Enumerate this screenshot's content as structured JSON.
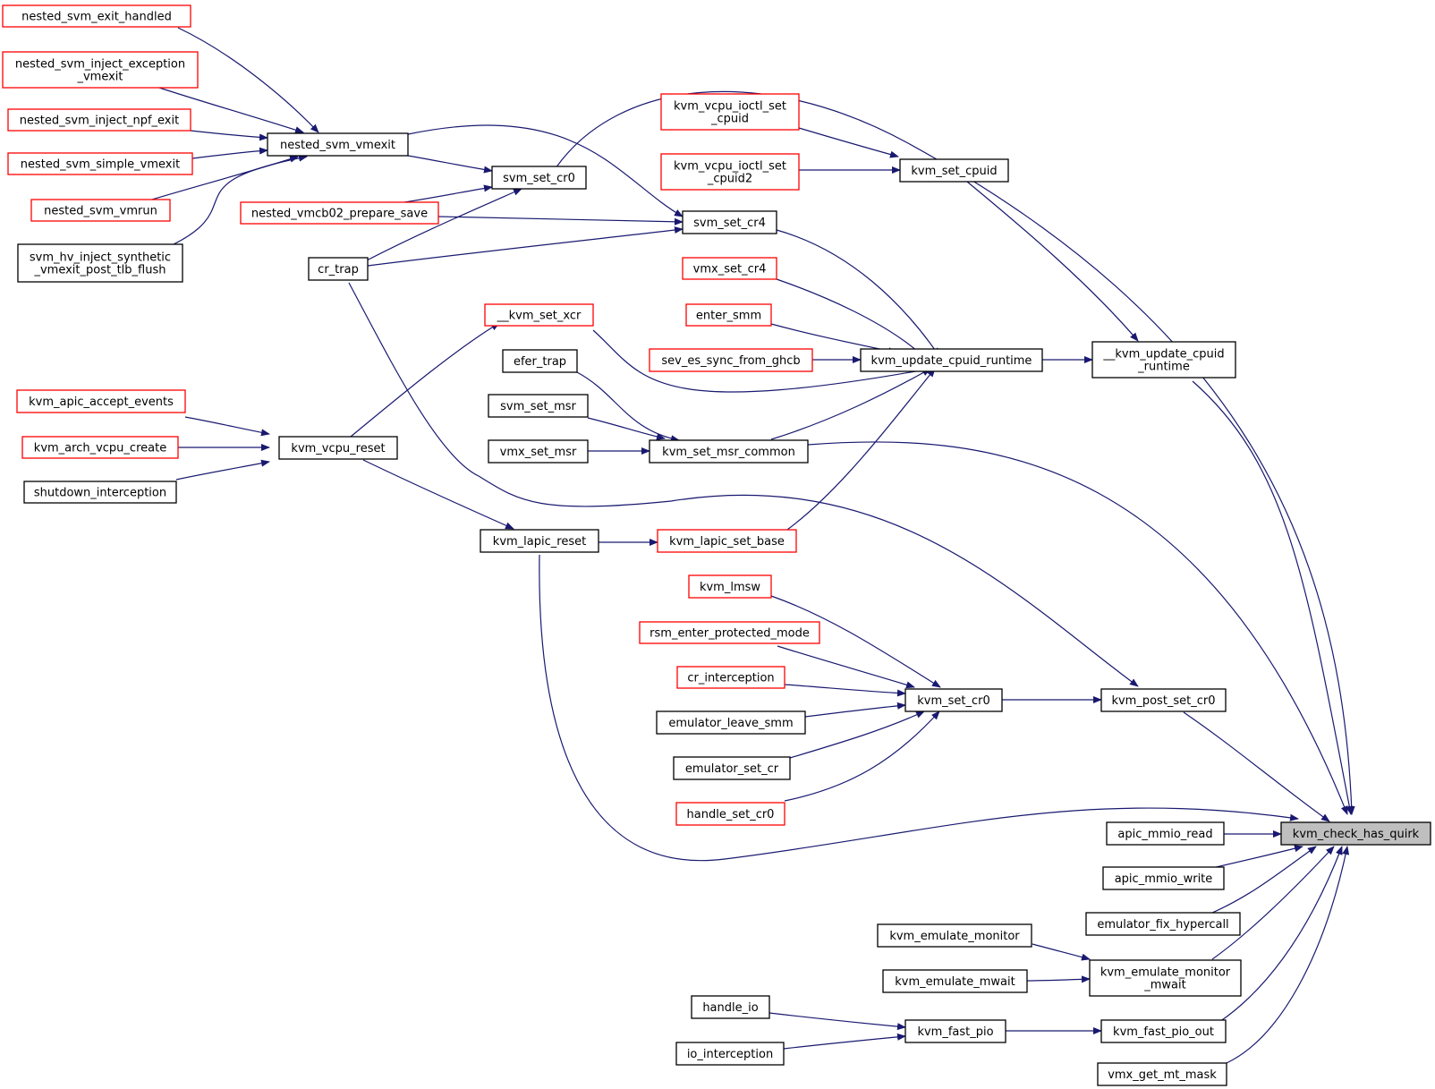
{
  "colors": {
    "edge": "#191970",
    "border_default": "#000000",
    "border_red": "#ff0000",
    "root_fill": "#bfbfbf",
    "node_fill": "#ffffff"
  },
  "nodes": {
    "n1": {
      "lines": [
        "nested_svm_exit_handled"
      ],
      "border": "red"
    },
    "n2": {
      "lines": [
        "nested_svm_inject_exception",
        "_vmexit"
      ],
      "border": "red"
    },
    "n3": {
      "lines": [
        "nested_svm_inject_npf_exit"
      ],
      "border": "red"
    },
    "n4": {
      "lines": [
        "nested_svm_simple_vmexit"
      ],
      "border": "red"
    },
    "n5": {
      "lines": [
        "nested_svm_vmrun"
      ],
      "border": "red"
    },
    "n6": {
      "lines": [
        "svm_hv_inject_synthetic",
        "_vmexit_post_tlb_flush"
      ],
      "border": "black"
    },
    "n7": {
      "lines": [
        "nested_svm_vmexit"
      ],
      "border": "black"
    },
    "n8": {
      "lines": [
        "svm_set_cr0"
      ],
      "border": "black"
    },
    "n9": {
      "lines": [
        "nested_vmcb02_prepare_save"
      ],
      "border": "red"
    },
    "n10": {
      "lines": [
        "cr_trap"
      ],
      "border": "black"
    },
    "n11": {
      "lines": [
        "svm_set_cr4"
      ],
      "border": "black"
    },
    "n12": {
      "lines": [
        "kvm_vcpu_ioctl_set",
        "_cpuid"
      ],
      "border": "red"
    },
    "n13": {
      "lines": [
        "kvm_vcpu_ioctl_set",
        "_cpuid2"
      ],
      "border": "red"
    },
    "n14": {
      "lines": [
        "kvm_set_cpuid"
      ],
      "border": "black"
    },
    "n15": {
      "lines": [
        "vmx_set_cr4"
      ],
      "border": "red"
    },
    "n16": {
      "lines": [
        "__kvm_set_xcr"
      ],
      "border": "red"
    },
    "n17": {
      "lines": [
        "enter_smm"
      ],
      "border": "red"
    },
    "n18": {
      "lines": [
        "sev_es_sync_from_ghcb"
      ],
      "border": "red"
    },
    "n19": {
      "lines": [
        "efer_trap"
      ],
      "border": "black"
    },
    "n20": {
      "lines": [
        "kvm_update_cpuid_runtime"
      ],
      "border": "black"
    },
    "n21": {
      "lines": [
        "__kvm_update_cpuid",
        "_runtime"
      ],
      "border": "black"
    },
    "n22": {
      "lines": [
        "svm_set_msr"
      ],
      "border": "black"
    },
    "n23": {
      "lines": [
        "kvm_apic_accept_events"
      ],
      "border": "red"
    },
    "n24": {
      "lines": [
        "kvm_arch_vcpu_create"
      ],
      "border": "red"
    },
    "n25": {
      "lines": [
        "shutdown_interception"
      ],
      "border": "black"
    },
    "n26": {
      "lines": [
        "kvm_vcpu_reset"
      ],
      "border": "black"
    },
    "n27": {
      "lines": [
        "vmx_set_msr"
      ],
      "border": "black"
    },
    "n28": {
      "lines": [
        "kvm_set_msr_common"
      ],
      "border": "black"
    },
    "n29": {
      "lines": [
        "kvm_lapic_reset"
      ],
      "border": "black"
    },
    "n30": {
      "lines": [
        "kvm_lapic_set_base"
      ],
      "border": "red"
    },
    "n31": {
      "lines": [
        "kvm_lmsw"
      ],
      "border": "red"
    },
    "n32": {
      "lines": [
        "rsm_enter_protected_mode"
      ],
      "border": "red"
    },
    "n33": {
      "lines": [
        "cr_interception"
      ],
      "border": "red"
    },
    "n34": {
      "lines": [
        "emulator_leave_smm"
      ],
      "border": "black"
    },
    "n35": {
      "lines": [
        "kvm_set_cr0"
      ],
      "border": "black"
    },
    "n36": {
      "lines": [
        "kvm_post_set_cr0"
      ],
      "border": "black"
    },
    "n37": {
      "lines": [
        "emulator_set_cr"
      ],
      "border": "black"
    },
    "n38": {
      "lines": [
        "handle_set_cr0"
      ],
      "border": "red"
    },
    "n39": {
      "lines": [
        "kvm_check_has_quirk"
      ],
      "border": "black",
      "root": true
    },
    "n40": {
      "lines": [
        "apic_mmio_read"
      ],
      "border": "black"
    },
    "n41": {
      "lines": [
        "apic_mmio_write"
      ],
      "border": "black"
    },
    "n42": {
      "lines": [
        "emulator_fix_hypercall"
      ],
      "border": "black"
    },
    "n43": {
      "lines": [
        "kvm_emulate_monitor"
      ],
      "border": "black"
    },
    "n44": {
      "lines": [
        "kvm_emulate_monitor",
        "_mwait"
      ],
      "border": "black"
    },
    "n45": {
      "lines": [
        "kvm_emulate_mwait"
      ],
      "border": "black"
    },
    "n46": {
      "lines": [
        "handle_io"
      ],
      "border": "black"
    },
    "n47": {
      "lines": [
        "kvm_fast_pio"
      ],
      "border": "black"
    },
    "n48": {
      "lines": [
        "kvm_fast_pio_out"
      ],
      "border": "black"
    },
    "n49": {
      "lines": [
        "io_interception"
      ],
      "border": "black"
    },
    "n50": {
      "lines": [
        "vmx_get_mt_mask"
      ],
      "border": "black"
    }
  },
  "edges": [
    [
      "n1",
      "n7"
    ],
    [
      "n2",
      "n7"
    ],
    [
      "n3",
      "n7"
    ],
    [
      "n4",
      "n7"
    ],
    [
      "n5",
      "n7"
    ],
    [
      "n6",
      "n7"
    ],
    [
      "n7",
      "n8"
    ],
    [
      "n7",
      "n11"
    ],
    [
      "n9",
      "n8"
    ],
    [
      "n10",
      "n8"
    ],
    [
      "n9",
      "n11"
    ],
    [
      "n10",
      "n11"
    ],
    [
      "n8",
      "n39"
    ],
    [
      "n12",
      "n14"
    ],
    [
      "n13",
      "n14"
    ],
    [
      "n14",
      "n21"
    ],
    [
      "n11",
      "n20"
    ],
    [
      "n15",
      "n20"
    ],
    [
      "n16",
      "n20"
    ],
    [
      "n17",
      "n20"
    ],
    [
      "n18",
      "n20"
    ],
    [
      "n28",
      "n20"
    ],
    [
      "n30",
      "n20"
    ],
    [
      "n20",
      "n21"
    ],
    [
      "n21",
      "n39"
    ],
    [
      "n26",
      "n16"
    ],
    [
      "n19",
      "n28"
    ],
    [
      "n22",
      "n28"
    ],
    [
      "n27",
      "n28"
    ],
    [
      "n28",
      "n39"
    ],
    [
      "n23",
      "n26"
    ],
    [
      "n24",
      "n26"
    ],
    [
      "n25",
      "n26"
    ],
    [
      "n26",
      "n29"
    ],
    [
      "n29",
      "n30"
    ],
    [
      "n29",
      "n39"
    ],
    [
      "n10",
      "n36"
    ],
    [
      "n31",
      "n35"
    ],
    [
      "n32",
      "n35"
    ],
    [
      "n33",
      "n35"
    ],
    [
      "n34",
      "n35"
    ],
    [
      "n37",
      "n35"
    ],
    [
      "n38",
      "n35"
    ],
    [
      "n35",
      "n36"
    ],
    [
      "n36",
      "n39"
    ],
    [
      "n40",
      "n39"
    ],
    [
      "n41",
      "n39"
    ],
    [
      "n42",
      "n39"
    ],
    [
      "n43",
      "n44"
    ],
    [
      "n45",
      "n44"
    ],
    [
      "n44",
      "n39"
    ],
    [
      "n46",
      "n47"
    ],
    [
      "n49",
      "n47"
    ],
    [
      "n47",
      "n48"
    ],
    [
      "n48",
      "n39"
    ],
    [
      "n50",
      "n39"
    ]
  ]
}
